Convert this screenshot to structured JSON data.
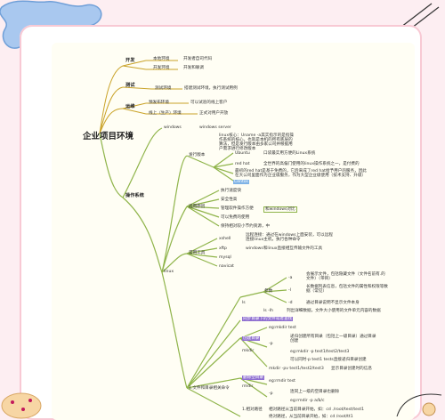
{
  "root": "企业项目环境",
  "colors": {
    "background": "#fdeef2",
    "paper": "#fffef4",
    "branch": "#c9a227",
    "ops_branch": "#8fb44a",
    "highlight_blue": "#7fb3e6",
    "highlight_purple": "#8f6fd0",
    "highlight_green": "#d6efb0"
  },
  "sections": {
    "dev": {
      "title": "开发",
      "items": [
        {
          "label": "本地环境",
          "desc": "开发者自司代码"
        },
        {
          "label": "开发环境",
          "desc": "开发和联调"
        }
      ]
    },
    "test": {
      "title": "测试",
      "items": [
        {
          "label": "测试环境",
          "desc": "搭建测试环境，执行测试用例"
        }
      ]
    },
    "launch": {
      "title": "运维",
      "items": [
        {
          "label": "预发布环境",
          "desc": "可以试验的线上客户"
        },
        {
          "label": "线上（生产）环境",
          "desc": "正式对用户开放"
        }
      ]
    },
    "os": {
      "title": "操作系统",
      "windows": {
        "label": "windows",
        "desc": "windows server"
      },
      "linux": {
        "label": "linux",
        "kernel": {
          "label": "发行版本",
          "desc": "linux核心：Uname -a其实指示的是指操作系统的核心，也就是本机的所有底层的算法，但是发行版本由多家公司并根据用户需求进行修改版本",
          "distros": [
            {
              "label": "Ubuntu",
              "desc": "口袋最实用方便的Linux系统"
            },
            {
              "label": "red hat",
              "desc": "全世界的高偏门使用的linux操作系统之一，是付费的"
            },
            {
              "label": "",
              "desc": "最初的red hat是基于免费的，它后来成了red hat给予用户的服务，因此在大公司里面作为企业级服务，作为大型企业级使用（技术支持、升级）"
            },
            {
              "label": "Centos",
              "desc": ""
            }
          ]
        },
        "why": {
          "label": "选用原因",
          "items": [
            "执行速度快",
            "安全性高",
            "管理软件操作方便",
            "可以免费的使用",
            "保持相对较小节约资源，中"
          ],
          "compare": "和windows对比"
        },
        "tools": {
          "label": "常用工具",
          "items": [
            {
              "label": "xshell",
              "desc": "远程连接：通过在windows上面安装，可以远程连接linux主机，执行各种命令"
            },
            {
              "label": "xftp",
              "desc": "windows和linux直接相互传输文件的工具"
            },
            {
              "label": "mysql",
              "desc": ""
            },
            {
              "label": "navicat",
              "desc": ""
            }
          ]
        },
        "commands": {
          "label": "1.文件和目录相关命令",
          "ls": {
            "label": "ls",
            "params": "参数",
            "options": [
              {
                "flag": "-a",
                "desc": "会展示文件，包括隐藏文件（文件名前有.的文件）（带目）"
              },
              {
                "flag": "-l",
                "desc": "长数据列表信息，包括文件的属性和权限等数据（常见）"
              },
              {
                "flag": "-d",
                "desc": "通过目录说明不显示文件本身"
              }
            ],
            "lh": "ls -lh",
            "lh_desc": "列出详细数据，文件大小使用的文件单元内容的数据"
          },
          "cd_title": "同步目录下的文件或者查找",
          "mkdir_title": "创建目录",
          "mkdir": {
            "label": "mkdir",
            "example1": "eg:mkdir test",
            "p_flag": "-p",
            "p_desc": "递归创建所有目录（包括上一级目录）通过目录创建",
            "p_example1": "eg:mkdir -p test1/test2/test3",
            "p_example2": "可以同时-p test1 tests直接递归目录创建",
            "v_example": "mkdir -pv test1/test2/test3",
            "v_desc": "显示目录创建时的信息"
          },
          "rmdir_title": "删除空目录",
          "rmdir": {
            "label": "rmdir",
            "example1": "eg:rmdir test",
            "p_flag": "-p",
            "p_desc": "连同上一级的空目录也删除",
            "p_example": "eg:rmdir -p a/b/c"
          },
          "pwd": {
            "label": "1.相对路径",
            "desc": "相对路径从当前目录开始，如：cd ./root/test/test1"
          },
          "abs": {
            "label": "",
            "desc": "绝对路径，从当前目录开始，如：cd /root/tt1"
          }
        }
      }
    }
  }
}
